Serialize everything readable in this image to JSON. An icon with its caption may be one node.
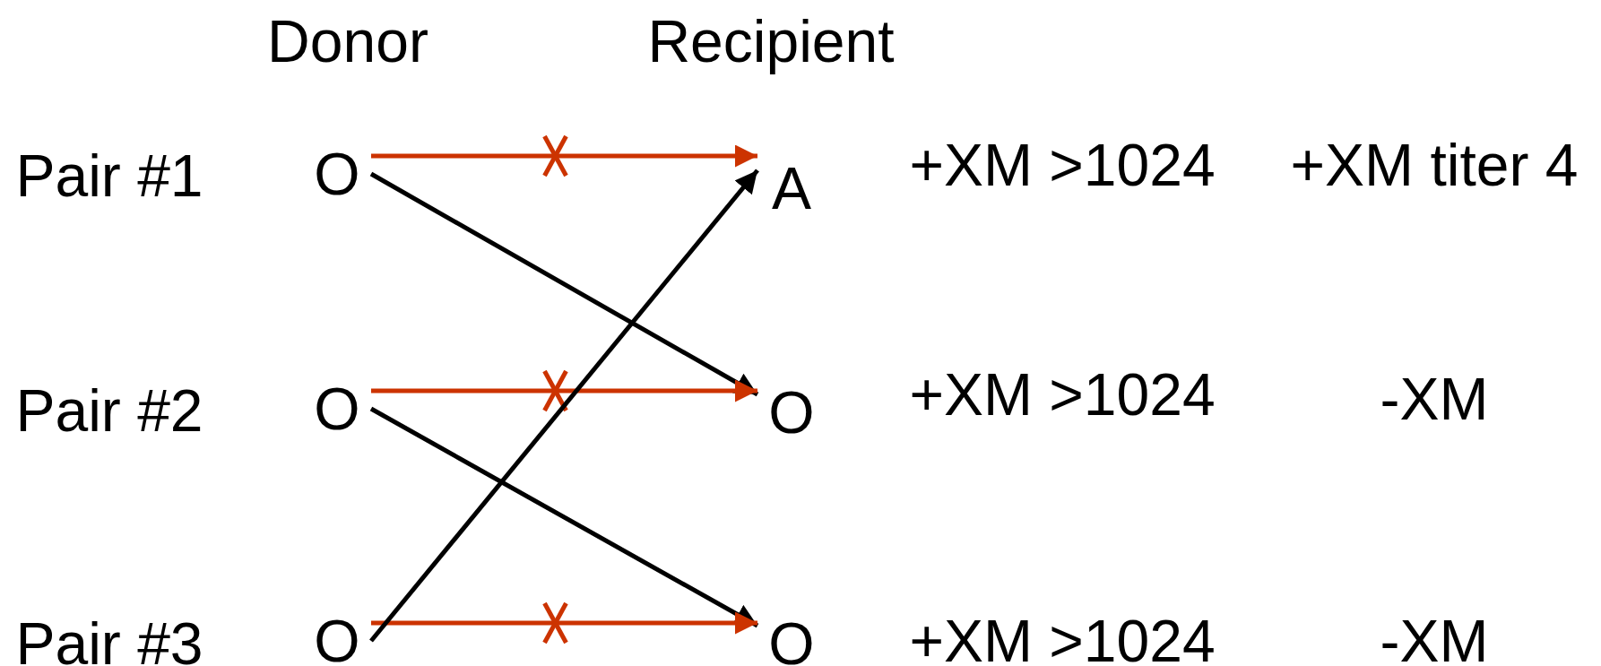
{
  "diagram": {
    "nodes": [
      {
        "text": [
          "O"
        ]
      },
      {
        "text": [
          "A"
        ]
      },
      {
        "text": [
          "O"
        ]
      },
      {
        "text": [
          "O"
        ]
      },
      {
        "text": [
          "O"
        ]
      },
      {
        "text": [
          "O"
        ]
      }
    ],
    "edges": [
      {
        "from": 0,
        "to": 1,
        "arrow": "to",
        "color": "#cc3300"
      },
      {
        "from": 0,
        "to": 3,
        "arrow": "to",
        "color": "#000000"
      },
      {
        "from": 2,
        "to": 3,
        "arrow": "to",
        "color": "#cc3300"
      },
      {
        "from": 2,
        "to": 5,
        "arrow": "to",
        "color": "#000000"
      },
      {
        "from": 4,
        "to": 5,
        "arrow": "to",
        "color": "#cc3300"
      },
      {
        "from": 4,
        "to": 1,
        "arrow": "to",
        "color": "#000000"
      }
    ],
    "labels": [
      "Donor",
      "Recipient",
      "Pair #1",
      "+XM >1024",
      "+XM titer 4",
      "Pair #2",
      "+XM >1024",
      "-XM",
      "Pair #3",
      "+XM >1024",
      "-XM"
    ]
  }
}
